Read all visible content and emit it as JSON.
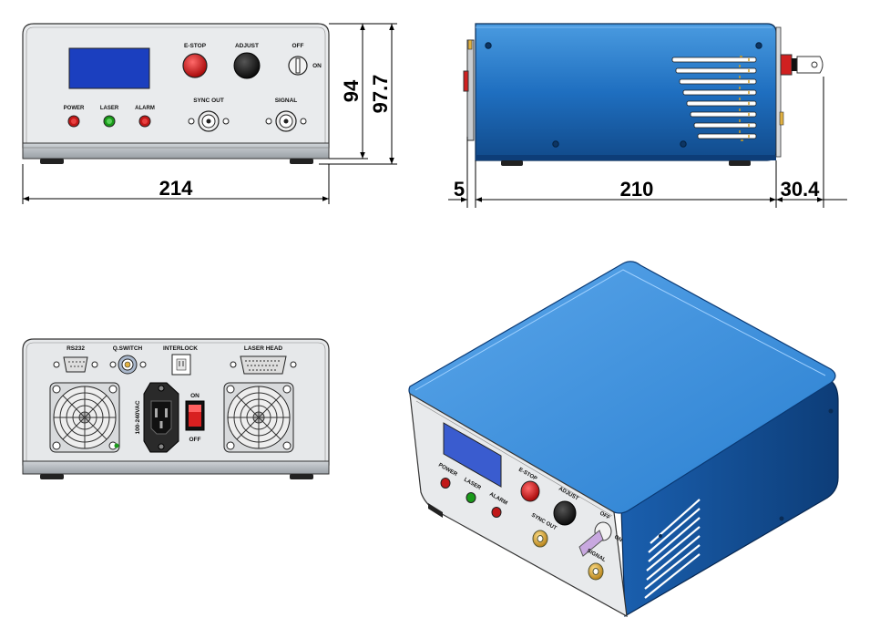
{
  "dimensions": {
    "front_width": "214",
    "front_height_body": "94",
    "front_height_total": "97.7",
    "side_offset": "5",
    "side_depth": "210",
    "side_knob": "30.4"
  },
  "front_panel": {
    "estop": "E-STOP",
    "adjust": "ADJUST",
    "off": "OFF",
    "on": "ON",
    "power": "POWER",
    "laser": "LASER",
    "alarm": "ALARM",
    "sync_out": "SYNC OUT",
    "signal": "SIGNAL"
  },
  "rear_panel": {
    "rs232": "RS232",
    "qswitch": "Q.SWITCH",
    "interlock": "INTERLOCK",
    "laser_head": "LASER HEAD",
    "voltage": "100-240VAC",
    "on": "ON",
    "off": "OFF"
  },
  "iso_panel": {
    "power": "POWER",
    "laser": "LASER",
    "alarm": "ALARM",
    "estop": "E-STOP",
    "adjust": "ADJUST",
    "sync_out": "SYNC OUT",
    "signal": "SIGNAL",
    "off": "OFF",
    "on": "ON"
  },
  "colors": {
    "enclosure_blue": "#1f6fc0",
    "panel_grey": "#e6e8ea",
    "display_blue": "#1b3fbf",
    "estop_red": "#d01010",
    "led_green": "#1a9a1a"
  }
}
